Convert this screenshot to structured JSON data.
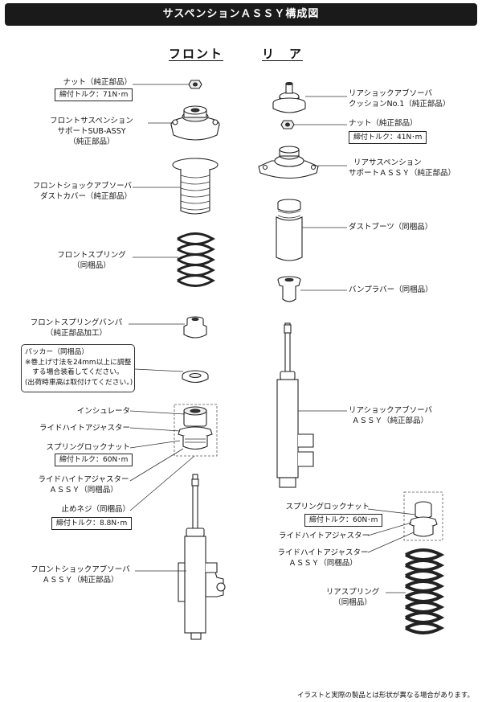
{
  "title": "サスペンションＡＳＳＹ構成図",
  "columns": {
    "front": "フロント",
    "rear": "リ　ア"
  },
  "front": {
    "nut": "ナット（純正部品）",
    "nut_torque": "締付トルク：71N･m",
    "support": [
      "フロントサスペンション",
      "サポートSUB-ASSY",
      "（純正部品）"
    ],
    "dust_cover": [
      "フロントショックアブソーバ",
      "ダストカバー（純正部品）"
    ],
    "spring": [
      "フロントスプリング",
      "（同梱品）"
    ],
    "bumper": [
      "フロントスプリングバンパ",
      "（純正部品加工）"
    ],
    "packer_note": [
      "パッカー（同梱品）",
      "※巻上げ寸法を24mm以上に調整",
      "する場合装着してください。",
      "(出荷時車高は取付けてください。)"
    ],
    "insulator": "インシュレータ",
    "ride_height_adjuster": "ライドハイトアジャスター",
    "spring_lock_nut": "スプリングロックナット",
    "lock_nut_torque": "締付トルク：60N･m",
    "ride_height_assy": [
      "ライドハイトアジャスター",
      "ＡＳＳＹ（同梱品）"
    ],
    "set_screw": "止めネジ（同梱品）",
    "set_screw_torque": "締付トルク：8.8N･m",
    "shock_assy": [
      "フロントショックアブソーバ",
      "ＡＳＳＹ（純正部品）"
    ]
  },
  "rear": {
    "cushion": [
      "リアショックアブソーバ",
      "クッションNo.1（純正部品）"
    ],
    "nut": "ナット（純正部品）",
    "nut_torque": "締付トルク：41N･m",
    "support": [
      "リアサスペンション",
      "サポートＡＳＳＹ（純正部品）"
    ],
    "dust_boots": "ダストブーツ（同梱品）",
    "bump_rubber": "バンプラバー（同梱品）",
    "shock_assy": [
      "リアショックアブソーバ",
      "ＡＳＳＹ（純正部品）"
    ],
    "spring_lock_nut": "スプリングロックナット",
    "lock_nut_torque": "締付トルク：60N･m",
    "ride_height_adjuster": "ライドハイトアジャスター",
    "ride_height_assy": [
      "ライドハイトアジャスター",
      "ＡＳＳＹ（同梱品）"
    ],
    "spring": [
      "リアスプリング",
      "（同梱品）"
    ]
  },
  "footer": "イラストと実際の製品とは形状が異なる場合があります。"
}
